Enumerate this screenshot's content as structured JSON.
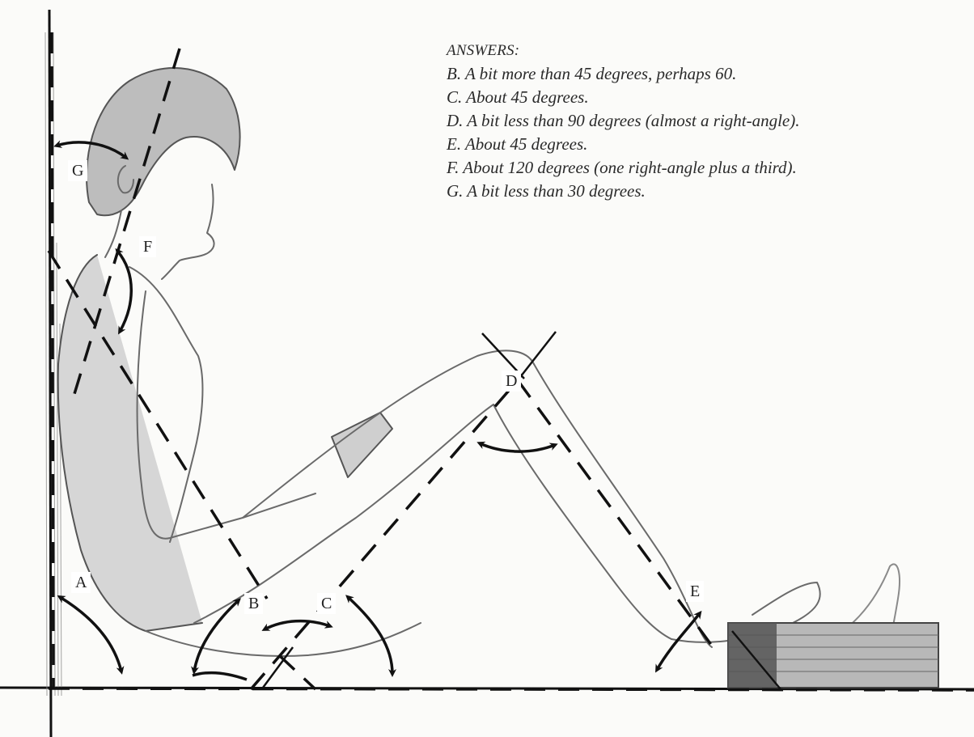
{
  "answers": {
    "heading": "ANSWERS:",
    "items": [
      "B. A bit more than 45 degrees, perhaps 60.",
      "C. About 45 degrees.",
      "D. A bit less than 90 degrees (almost a right-angle).",
      "E. About 45 degrees.",
      "F. About 120 degrees (one right-angle plus a third).",
      "G. A bit less than 30 degrees."
    ]
  },
  "labels": {
    "a": "A",
    "b": "B",
    "c": "C",
    "d": "D",
    "e": "E",
    "f": "F",
    "g": "G"
  },
  "colors": {
    "ink": "#1a1a1a",
    "pencil": "#6f6f6f",
    "shade": "#9a9a9a"
  }
}
